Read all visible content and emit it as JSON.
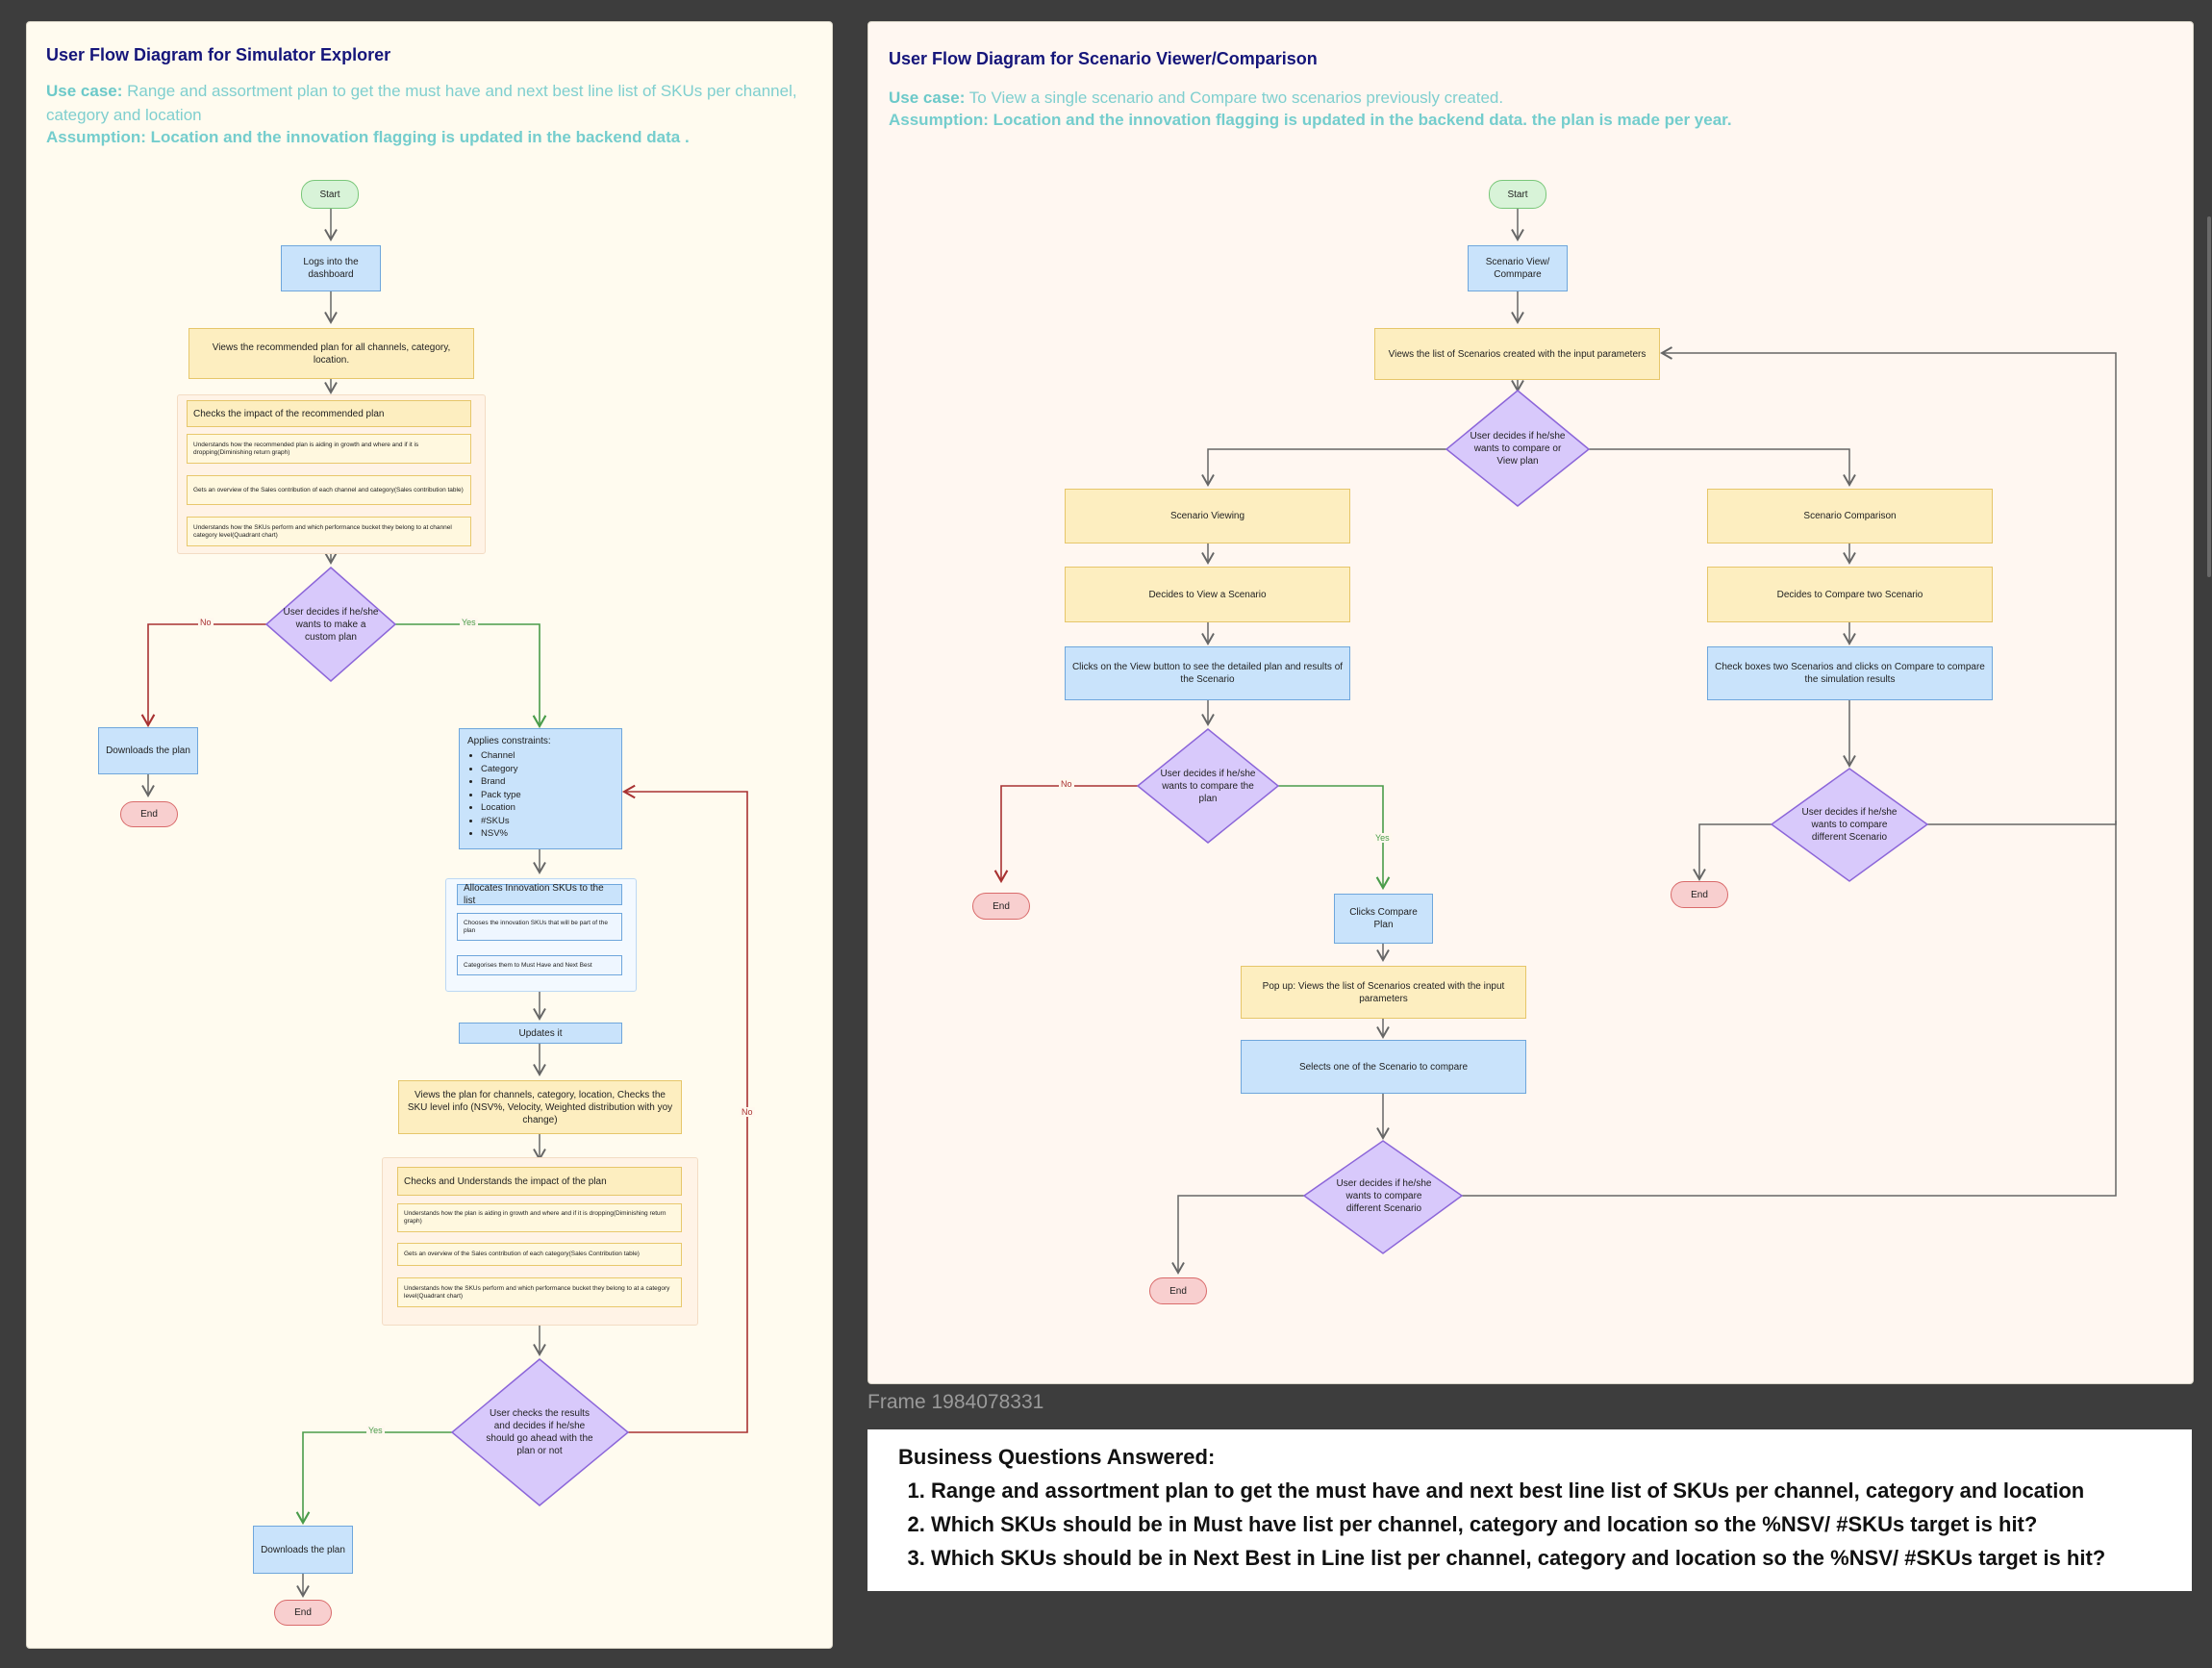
{
  "left": {
    "title": "User Flow Diagram for Simulator Explorer",
    "usecase_label": "Use case:",
    "usecase_text": " Range and assortment plan to get the must have and next best line list of SKUs per channel, category and location",
    "assumption": "Assumption: Location and the innovation flagging is updated in the backend data .",
    "start": "Start",
    "logs": "Logs into the dashboard",
    "views_recommended": "Views the recommended plan for all channels, category, location.",
    "checks_impact": "Checks the impact of the recommended plan",
    "sub1": "Understands how the recommended plan is aiding in growth and where and if it is dropping(Diminishing return graph)",
    "sub2": "Gets an overview of the Sales contribution of each channel and category(Sales contribution table)",
    "sub3": "Understands how the SKUs perform and which performance bucket they belong to at channel category level(Quadrant chart)",
    "decision1": "User decides if he/she wants to make a custom plan",
    "no": "No",
    "yes": "Yes",
    "downloads1": "Downloads the plan",
    "end1": "End",
    "applies_title": "Applies constraints:",
    "constraints": [
      "Channel",
      "Category",
      "Brand",
      "Pack type",
      "Location",
      "#SKUs",
      "NSV%"
    ],
    "allocates": "Allocates Innovation SKUs to the list",
    "chooses": "Chooses the innovation SKUs that will be part of the plan",
    "categorises": "Categorises them to Must Have and Next Best",
    "updates": "Updates it",
    "views_plan": "Views the plan for  channels, category, location, Checks the SKU level info (NSV%, Velocity, Weighted distribution with yoy change)",
    "checks_understands": "Checks and Understands the impact of the plan",
    "sub4": "Understands how the plan is aiding in growth and where and if it is dropping(Diminishing return graph)",
    "sub5": "Gets an overview of the Sales contribution of each category(Sales Contribution table)",
    "sub6": "Understands how the SKUs perform and which performance bucket they belong to at a category level(Quadrant chart)",
    "decision2": "User checks the results and decides if he/she should go ahead with the plan or not",
    "no2": "No",
    "yes2": "Yes",
    "downloads2": "Downloads the plan",
    "end2": "End"
  },
  "right": {
    "title": "User Flow Diagram for Scenario Viewer/Comparison",
    "usecase_label": "Use case:",
    "usecase_text": " To View a single scenario and Compare two scenarios previously created.",
    "assumption": "Assumption: Location and the innovation flagging is updated in the backend data. the plan is made per year.",
    "start": "Start",
    "scenario_view": "Scenario View/ Commpare",
    "views_list": "Views the list of Scenarios created with the input parameters",
    "decision1": "User decides if he/she wants to compare or View plan",
    "viewing": "Scenario Viewing",
    "comparison": "Scenario Comparison",
    "decides_view": "Decides to View a Scenario",
    "decides_compare": "Decides to Compare two Scenario",
    "clicks_view": "Clicks on the View button to see the detailed plan and results of the Scenario",
    "check_boxes": "Check boxes two Scenarios and clicks on Compare to compare the simulation results",
    "decision2": "User decides if he/she wants to compare the plan",
    "no": "No",
    "yes": "Yes",
    "end1": "End",
    "clicks_compare": "Clicks Compare Plan",
    "popup": "Pop up: Views the list of Scenarios created with the input parameters",
    "selects": "Selects one of the Scenario to compare",
    "decision3": "User decides if he/she wants to compare different Scenario",
    "end2": "End",
    "decision4": "User decides if he/she wants to compare different Scenario",
    "end3": "End"
  },
  "frame_label": "Frame 1984078331",
  "business": {
    "title": "Business Questions Answered:",
    "items": [
      "Range and assortment plan to get the must have and next best line list of SKUs per channel, category and location",
      "Which SKUs should be in Must have list per channel, category and location so the %NSV/ #SKUs target is hit?",
      "Which SKUs should be in Next Best in Line list per channel, category and location so the %NSV/ #SKUs target is hit?"
    ]
  }
}
